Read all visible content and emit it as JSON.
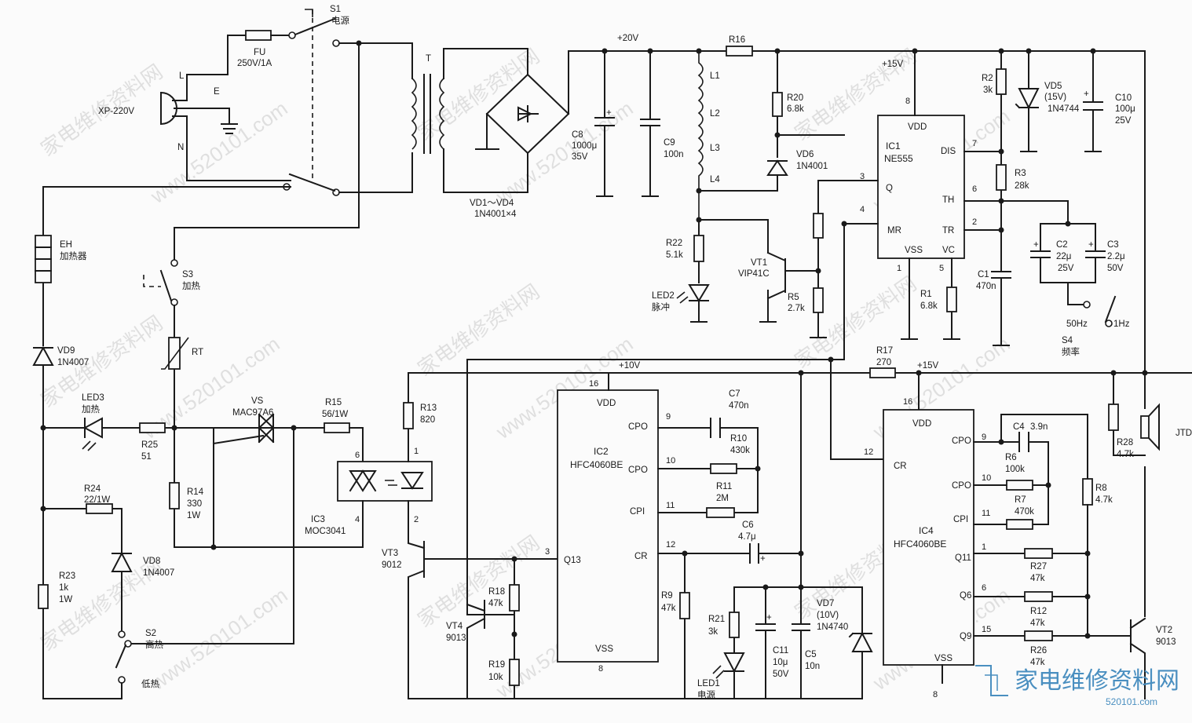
{
  "watermark": {
    "cn": "家电维修资料网",
    "url": "www.520101.com",
    "brand": "家电维修资料网",
    "brand_url": "520101.com"
  },
  "rails": {
    "v20": "+20V",
    "v15_top": "+15V",
    "v10": "+10V",
    "v15_mid": "+15V"
  },
  "plug": {
    "ref": "XP-220V",
    "L": "L",
    "N": "N",
    "E": "E"
  },
  "fuse": {
    "ref": "FU",
    "val": "250V/1A"
  },
  "s1": {
    "ref": "S1",
    "name": "电源"
  },
  "transformer": {
    "ref": "T"
  },
  "bridge": {
    "ref": "VD1～VD4",
    "val": "1N4001×4"
  },
  "c8": {
    "ref": "C8",
    "v1": "1000μ",
    "v2": "35V"
  },
  "c9": {
    "ref": "C9",
    "val": "100n"
  },
  "inductors": [
    "L1",
    "L2",
    "L3",
    "L4"
  ],
  "r16": {
    "ref": "R16"
  },
  "r20": {
    "ref": "R20",
    "val": "6.8k"
  },
  "vd6": {
    "ref": "VD6",
    "val": "1N4001"
  },
  "r22": {
    "ref": "R22",
    "val": "5.1k"
  },
  "led2": {
    "ref": "LED2",
    "name": "脉冲"
  },
  "vt1": {
    "ref": "VT1",
    "val": "VIP41C"
  },
  "r5": {
    "ref": "R5",
    "val": "2.7k"
  },
  "ic1": {
    "ref": "IC1",
    "part": "NE555",
    "vdd": "VDD",
    "dis": "DIS",
    "q": "Q",
    "th": "TH",
    "mr": "MR",
    "tr": "TR",
    "vss": "VSS",
    "vc": "VC",
    "pins": {
      "p8": "8",
      "p7": "7",
      "p3": "3",
      "p6": "6",
      "p4": "4",
      "p2": "2",
      "p1": "1",
      "p5": "5"
    }
  },
  "r2": {
    "ref": "R2",
    "val": "3k"
  },
  "vd5": {
    "ref": "VD5",
    "v1": "(15V)",
    "v2": "1N4744"
  },
  "c10": {
    "ref": "C10",
    "v1": "100μ",
    "v2": "25V"
  },
  "r3": {
    "ref": "R3",
    "val": "28k"
  },
  "c2": {
    "ref": "C2",
    "v1": "22μ",
    "v2": "25V"
  },
  "c3": {
    "ref": "C3",
    "v1": "2.2μ",
    "v2": "50V"
  },
  "c1": {
    "ref": "C1",
    "val": "470n"
  },
  "r1": {
    "ref": "R1",
    "val": "6.8k"
  },
  "s4": {
    "ref": "S4",
    "name": "频率",
    "f1": "50Hz",
    "f2": "1Hz"
  },
  "eh": {
    "ref": "EH",
    "name": "加热器"
  },
  "s3": {
    "ref": "S3",
    "name": "加热"
  },
  "rt": {
    "ref": "RT"
  },
  "vd9": {
    "ref": "VD9",
    "val": "1N4007"
  },
  "led3": {
    "ref": "LED3",
    "name": "加热"
  },
  "r25": {
    "ref": "R25",
    "val": "51"
  },
  "vs": {
    "ref": "VS",
    "val": "MAC97A6"
  },
  "r15": {
    "ref": "R15",
    "val": "56/1W"
  },
  "r14": {
    "ref": "R14",
    "v1": "330",
    "v2": "1W"
  },
  "ic3": {
    "ref": "IC3",
    "part": "MOC3041",
    "p6": "6",
    "p4": "4",
    "p1": "1",
    "p2": "2"
  },
  "r24": {
    "ref": "R24",
    "val": "22/1W"
  },
  "vd8": {
    "ref": "VD8",
    "val": "1N4007"
  },
  "r23": {
    "ref": "R23",
    "v1": "1k",
    "v2": "1W"
  },
  "s2": {
    "ref": "S2",
    "high": "高热",
    "low": "低热"
  },
  "r13": {
    "ref": "R13",
    "val": "820"
  },
  "vt3": {
    "ref": "VT3",
    "val": "9012"
  },
  "vt4": {
    "ref": "VT4",
    "val": "9013"
  },
  "r18": {
    "ref": "R18",
    "val": "47k"
  },
  "r19": {
    "ref": "R19",
    "val": "10k"
  },
  "ic2": {
    "ref": "IC2",
    "part": "HFC4060BE",
    "vdd": "VDD",
    "vss": "VSS",
    "cpo": "CPO",
    "cpo2": "CPO",
    "cpi": "CPI",
    "cr": "CR",
    "q13": "Q13",
    "pins": {
      "p16": "16",
      "p9": "9",
      "p10": "10",
      "p11": "11",
      "p12": "12",
      "p3": "3",
      "p8": "8"
    }
  },
  "c7": {
    "ref": "C7",
    "val": "470n"
  },
  "r10": {
    "ref": "R10",
    "val": "430k"
  },
  "r11": {
    "ref": "R11",
    "val": "2M"
  },
  "c6": {
    "ref": "C6",
    "val": "4.7μ"
  },
  "r9": {
    "ref": "R9",
    "val": "47k"
  },
  "r21": {
    "ref": "R21",
    "val": "3k"
  },
  "led1": {
    "ref": "LED1",
    "name": "电源"
  },
  "c11": {
    "ref": "C11",
    "v1": "10μ",
    "v2": "50V"
  },
  "c5": {
    "ref": "C5",
    "val": "10n"
  },
  "vd7": {
    "ref": "VD7",
    "v1": "(10V)",
    "v2": "1N4740"
  },
  "r17": {
    "ref": "R17",
    "val": "270"
  },
  "ic4": {
    "ref": "IC4",
    "part": "HFC4060BE",
    "vdd": "VDD",
    "vss": "VSS",
    "cr": "CR",
    "cpo": "CPO",
    "cpo2": "CPO",
    "cpi": "CPI",
    "q11": "Q11",
    "q6": "Q6",
    "q9": "Q9",
    "pins": {
      "p16": "16",
      "p12": "12",
      "p9": "9",
      "p10": "10",
      "p11": "11",
      "p1": "1",
      "p6": "6",
      "p15": "15",
      "p8": "8"
    }
  },
  "c4": {
    "ref": "C4",
    "val": "3.9n"
  },
  "r6": {
    "ref": "R6",
    "val": "100k"
  },
  "r7": {
    "ref": "R7",
    "val": "470k"
  },
  "r27": {
    "ref": "R27",
    "val": "47k"
  },
  "r12": {
    "ref": "R12",
    "val": "47k"
  },
  "r26": {
    "ref": "R26",
    "val": "47k"
  },
  "r8": {
    "ref": "R8",
    "val": "4.7k"
  },
  "r28": {
    "ref": "R28",
    "val": "4.7k"
  },
  "jtd": {
    "ref": "JTD"
  },
  "vt2": {
    "ref": "VT2",
    "val": "9013"
  }
}
